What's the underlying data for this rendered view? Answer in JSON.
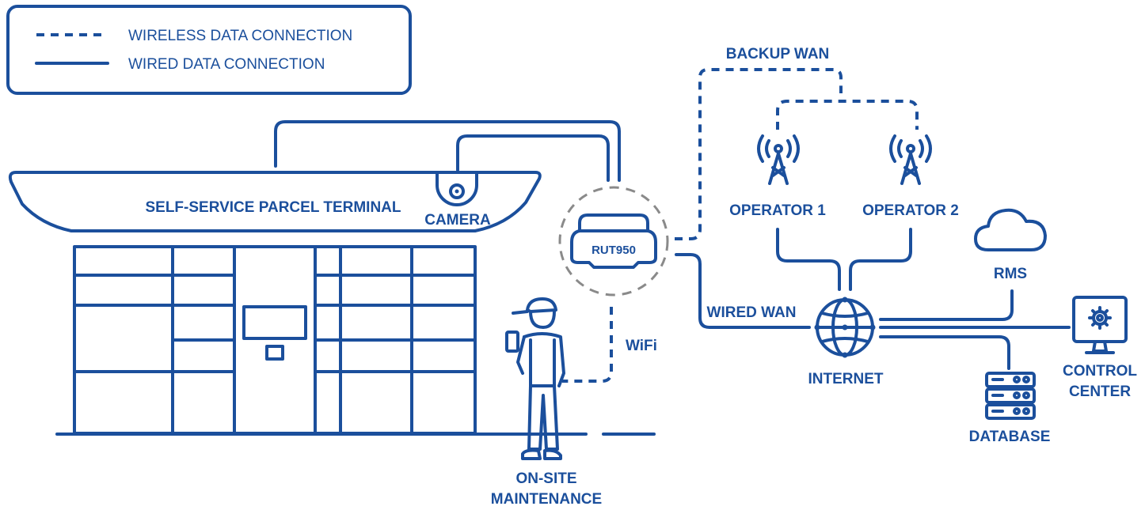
{
  "legend": {
    "wireless": "WIRELESS DATA CONNECTION",
    "wired": "WIRED DATA CONNECTION"
  },
  "labels": {
    "terminal": "SELF-SERVICE PARCEL TERMINAL",
    "camera": "CAMERA",
    "router": "RUT950",
    "wifi": "WiFi",
    "maintenance_1": "ON-SITE",
    "maintenance_2": "MAINTENANCE",
    "backup_wan": "BACKUP WAN",
    "operator1": "OPERATOR 1",
    "operator2": "OPERATOR 2",
    "wired_wan": "WIRED WAN",
    "internet": "INTERNET",
    "rms": "RMS",
    "database": "DATABASE",
    "control_1": "CONTROL",
    "control_2": "CENTER"
  },
  "colors": {
    "primary": "#1b4f9c",
    "router_circle": "#8a8a8a"
  },
  "icons": [
    "camera-icon",
    "router-icon",
    "tower-icon",
    "globe-icon",
    "cloud-icon",
    "server-icon",
    "monitor-gear-icon",
    "technician-icon"
  ]
}
